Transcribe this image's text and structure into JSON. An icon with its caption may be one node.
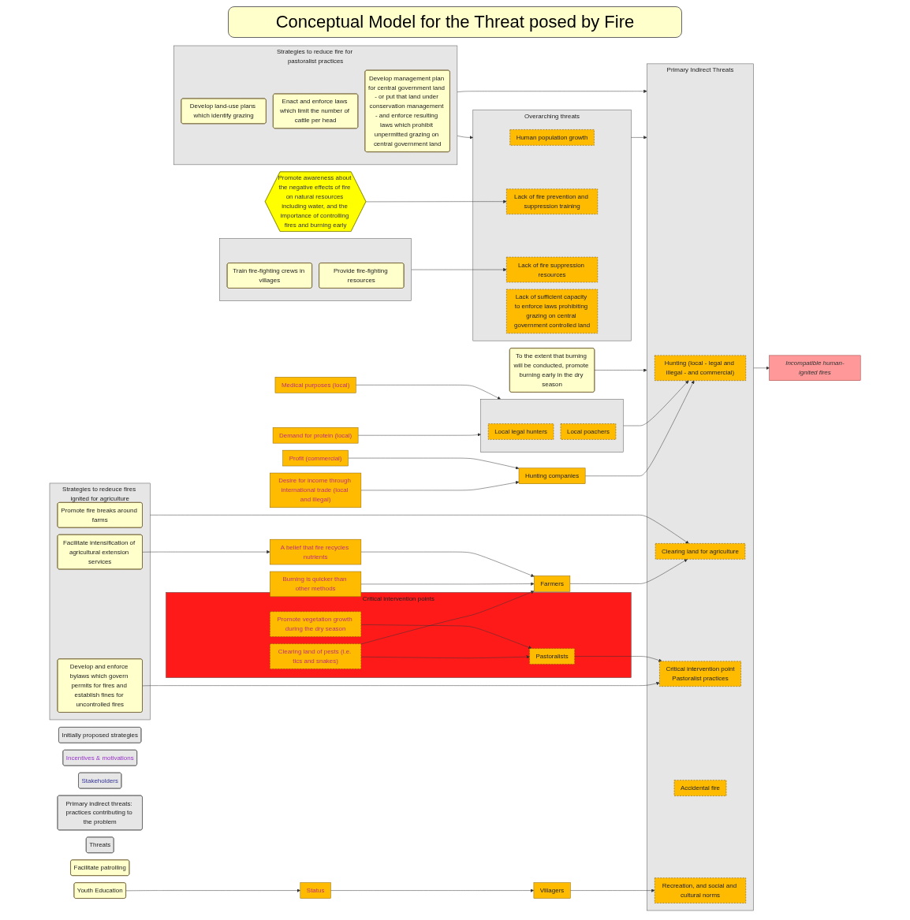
{
  "diagram": {
    "title": "Conceptual Model for the Threat posed by Fire",
    "nodes": [
      {
        "text": [
          "Initially proposed strategies"
        ]
      },
      {
        "text": [
          "Incentives & motivations"
        ]
      },
      {
        "text": [
          "Stakeholders"
        ]
      },
      {
        "text": [
          "Primary indirect threats: practices contributing to the problem"
        ]
      },
      {
        "text": [
          "Threats"
        ]
      },
      {
        "text": [
          "Strategies to redeuce fires ignited for agriculture"
        ]
      },
      {
        "text": [
          "Promote fire breaks around farms"
        ],
        "in": 5
      },
      {
        "text": [
          "Facilitate intensification of agricultural extension services"
        ],
        "in": 5
      },
      {
        "text": [
          "Develop and enforce bylaws which govern permits for fires and establish fines for uncontrolled fires"
        ],
        "in": 5
      },
      {
        "text": [
          "Facilitate patrolling"
        ]
      },
      {
        "text": [
          "Desire for income through international trade (local and illegal)"
        ]
      },
      {
        "text": [
          "Profit (commercial)"
        ]
      },
      {
        "text": [
          "Demand for protein (local)"
        ]
      },
      {
        "text": [
          "Medical purposes (local)"
        ]
      },
      {
        "text": [
          "Burning is quicker than other methods"
        ]
      },
      {
        "text": [
          "A belief that fire recycles nutrients"
        ]
      },
      {
        "text": [
          "Hunting companies"
        ]
      },
      {
        "text": [],
        "shape": "box"
      },
      {
        "text": [
          "Local legal hunters"
        ],
        "in": 17
      },
      {
        "text": [
          "Local poachers"
        ],
        "in": 17
      },
      {
        "text": [
          "Farmers"
        ]
      },
      {
        "text": [
          "Primary Indirect Threats"
        ]
      },
      {
        "text": [
          "Hunting (local - legal and illegal - and commercial)"
        ],
        "in": 21
      },
      {
        "text": [
          "Clearing land for agriculture"
        ],
        "in": 21
      },
      {
        "text": [
          "Critical intervention point",
          "Pastoralist practices"
        ],
        "in": 21
      },
      {
        "text": [
          "Accidental fire"
        ],
        "in": 21
      },
      {
        "text": [
          "Recreation, and social and cultural norms"
        ],
        "in": 21
      },
      {
        "text": [
          "Incompatible human-ignited fires"
        ]
      },
      {
        "text": [
          "To the extent that burning will be conducted, promote burning early in the dry season"
        ]
      },
      {
        "text": [
          "Overarching threats"
        ]
      },
      {
        "text": [
          "Human population growth"
        ],
        "in": 29
      },
      {
        "text": [
          "Lack of fire prevention and suppression training"
        ],
        "in": 29
      },
      {
        "text": [
          "Lack of fire suppression resources"
        ],
        "in": 29
      },
      {
        "text": [
          "Lack of sufficient capacity to enforce laws prohibiting grazing on central government controlled land"
        ],
        "in": 29
      },
      {
        "text": [
          "Promote awareness about the negative effects of fire on natural resources including water, and the importance of controlling fires and burning early"
        ]
      },
      {
        "text": [
          "Critical intervention points"
        ]
      },
      {
        "text": [
          "Clearing land of pests (i.e. tics and snakes)"
        ],
        "in": 35
      },
      {
        "text": [
          "Promote vegetation growth during the dry season"
        ],
        "in": 35
      },
      {
        "text": [
          "Pastoralists"
        ],
        "in": 35
      },
      {
        "text": [],
        "shape": "box"
      },
      {
        "text": [
          "Train fire-fighting crews in villages"
        ],
        "in": 39
      },
      {
        "text": [
          "Provide fire-fighting resources"
        ],
        "in": 39
      },
      {
        "text": [
          "Status"
        ]
      },
      {
        "text": [
          "Villagers"
        ]
      },
      {
        "text": [
          "Youth Education"
        ]
      },
      {
        "text": [
          "Strategies to reduce fire for pastoralist practices"
        ]
      },
      {
        "text": [
          "Develop land-use plans which identify grazing"
        ],
        "in": 45
      },
      {
        "text": [
          "Enact and enforce laws which limit the number of cattle per head"
        ],
        "in": 45
      },
      {
        "text": [
          "Develop management plan for central government land - or put that land under conservation management - and enforce resulting laws which prohibit unpermitted grazing on central government land"
        ],
        "in": 45
      }
    ],
    "edges": [
      {
        "from": 10,
        "to": 16,
        "arrow": "to"
      },
      {
        "from": 11,
        "to": 16,
        "arrow": "to"
      },
      {
        "from": 16,
        "to": 22,
        "arrow": "to"
      },
      {
        "from": 12,
        "to": 17,
        "arrow": "to"
      },
      {
        "from": 13,
        "to": 17,
        "arrow": "to"
      },
      {
        "from": 17,
        "to": 22,
        "arrow": "to"
      },
      {
        "from": 7,
        "to": 15,
        "arrow": "to"
      },
      {
        "from": 14,
        "to": 20,
        "arrow": "to"
      },
      {
        "from": 15,
        "to": 20,
        "arrow": "to"
      },
      {
        "from": 36,
        "to": 20,
        "arrow": "to"
      },
      {
        "from": 20,
        "to": 23,
        "arrow": "to"
      },
      {
        "from": 5,
        "to": 23,
        "arrow": "to"
      },
      {
        "from": 28,
        "to": 21,
        "arrow": "to"
      },
      {
        "from": 29,
        "to": 21,
        "arrow": "to"
      },
      {
        "from": 21,
        "to": 27,
        "arrow": "to"
      },
      {
        "from": 8,
        "to": 24,
        "arrow": "to"
      },
      {
        "from": 36,
        "to": 38,
        "arrow": "to"
      },
      {
        "from": 37,
        "to": 38,
        "arrow": "to"
      },
      {
        "from": 38,
        "to": 24,
        "arrow": "to"
      },
      {
        "from": 34,
        "to": 31,
        "arrow": "to"
      },
      {
        "from": 39,
        "to": 32,
        "arrow": "to"
      },
      {
        "from": 45,
        "to": 29,
        "arrow": "to"
      },
      {
        "from": 45,
        "to": 21,
        "arrow": "to"
      },
      {
        "from": 42,
        "to": 43,
        "arrow": "to"
      },
      {
        "from": 43,
        "to": 26,
        "arrow": "to"
      },
      {
        "from": 44,
        "to": 42,
        "arrow": "to"
      }
    ]
  }
}
